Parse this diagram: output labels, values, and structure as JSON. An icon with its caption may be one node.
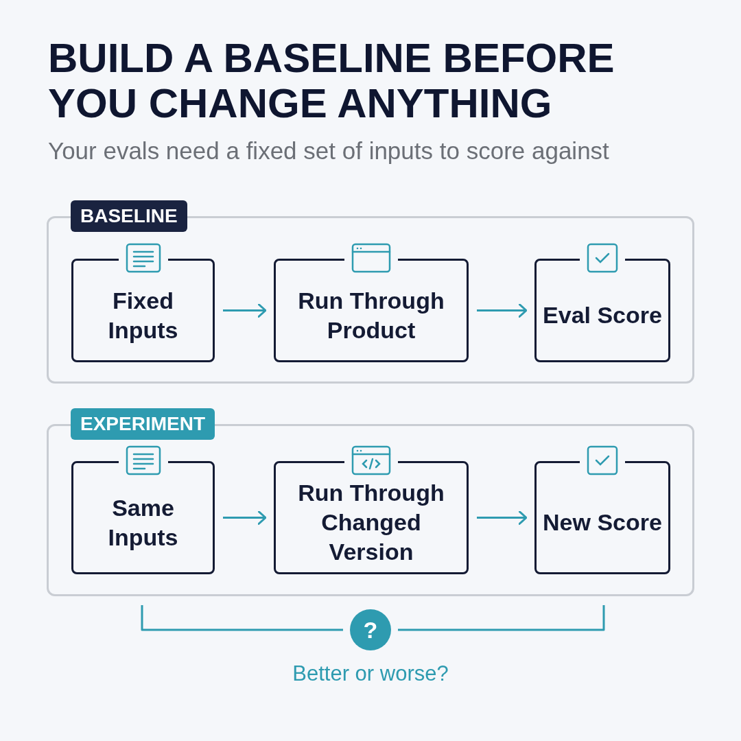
{
  "diagram": {
    "title": "BUILD A BASELINE BEFORE YOU CHANGE ANYTHING",
    "caption": "Your evals need a fixed set of inputs to score against",
    "nodes": [
      {
        "text": [
          "BASELINE"
        ]
      },
      {
        "text": [
          "Fixed Inputs"
        ],
        "in": 0
      },
      {
        "text": [
          "Run Through Product"
        ],
        "in": 0
      },
      {
        "text": [
          "Eval Score"
        ],
        "in": 0
      },
      {
        "text": [
          "EXPERIMENT"
        ]
      },
      {
        "text": [
          "Same Inputs"
        ],
        "in": 4
      },
      {
        "text": [
          "Run Through Changed Version"
        ],
        "in": 4
      },
      {
        "text": [
          "New Score"
        ],
        "in": 4
      },
      {
        "text": [
          "?"
        ],
        "beside": [
          "Better or worse?"
        ]
      }
    ],
    "edges": [
      {
        "from": 1,
        "to": 2,
        "arrow": "to"
      },
      {
        "from": 2,
        "to": 3,
        "arrow": "to"
      },
      {
        "from": 5,
        "to": 6,
        "arrow": "to"
      },
      {
        "from": 6,
        "to": 7,
        "arrow": "to"
      }
    ]
  }
}
